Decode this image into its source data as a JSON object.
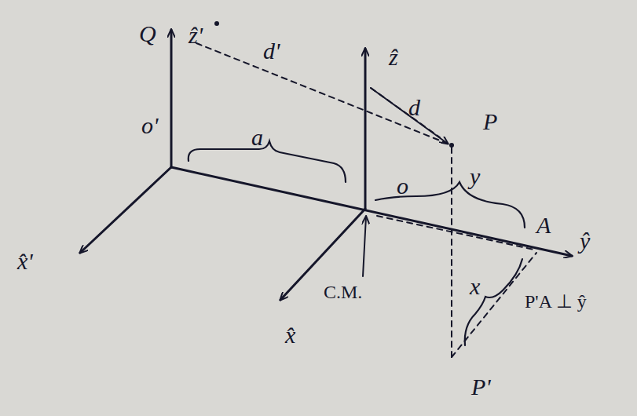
{
  "diagram": {
    "labels": [
      "Q",
      "ẑ'",
      "d'",
      "o'",
      "a",
      "ẑ",
      "d",
      "P",
      "o",
      "y",
      "A",
      "ŷ",
      "x̂'",
      "C.M.",
      "x",
      "P'A ⊥ ŷ",
      "x̂",
      "P'"
    ]
  }
}
